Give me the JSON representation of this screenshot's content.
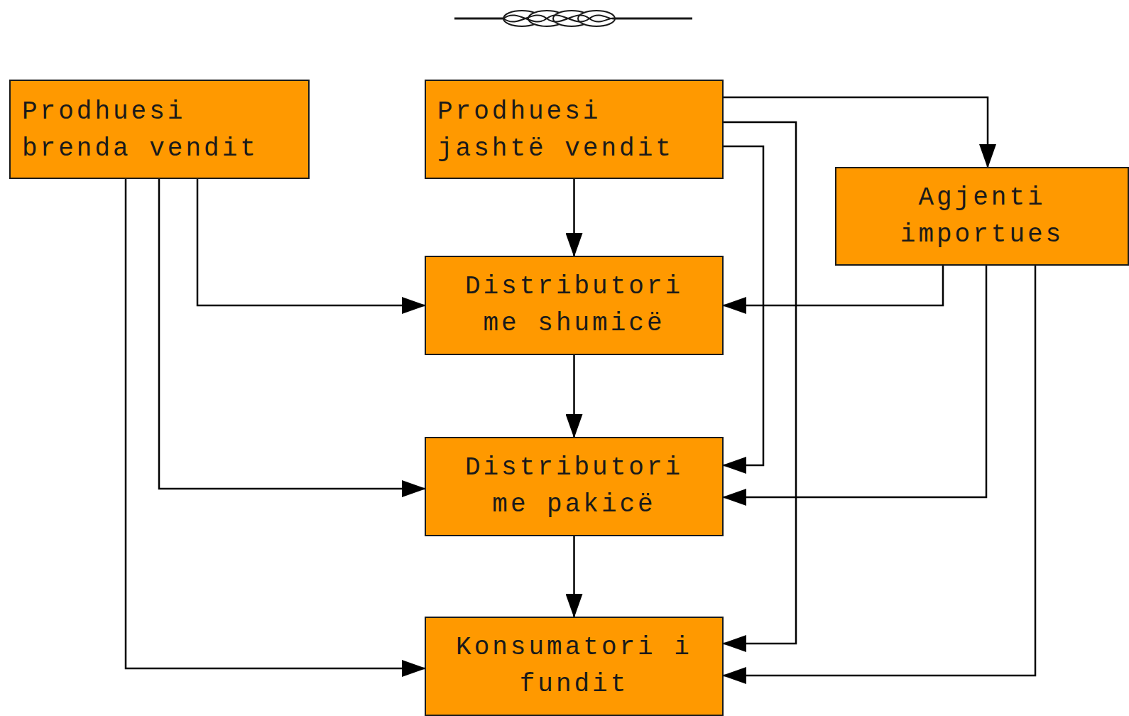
{
  "diagram": {
    "nodes": [
      {
        "text": [
          "Prodhuesi brenda vendit"
        ]
      },
      {
        "text": [
          "Prodhuesi jashtë vendit"
        ]
      },
      {
        "text": [
          "Agjenti importues"
        ]
      },
      {
        "text": [
          "Distributori me shumicë"
        ]
      },
      {
        "text": [
          "Distributori me pakicë"
        ]
      },
      {
        "text": [
          "Konsumatori i fundit"
        ]
      }
    ],
    "edges": [
      {
        "from": 0,
        "to": 3,
        "arrow": "to"
      },
      {
        "from": 0,
        "to": 4,
        "arrow": "to"
      },
      {
        "from": 0,
        "to": 5,
        "arrow": "to"
      },
      {
        "from": 1,
        "to": 3,
        "arrow": "to"
      },
      {
        "from": 1,
        "to": 4,
        "arrow": "to"
      },
      {
        "from": 1,
        "to": 5,
        "arrow": "to"
      },
      {
        "from": 1,
        "to": 2,
        "arrow": "to"
      },
      {
        "from": 2,
        "to": 3,
        "arrow": "to"
      },
      {
        "from": 2,
        "to": 4,
        "arrow": "to"
      },
      {
        "from": 2,
        "to": 5,
        "arrow": "to"
      },
      {
        "from": 3,
        "to": 4,
        "arrow": "to"
      },
      {
        "from": 4,
        "to": 5,
        "arrow": "to"
      }
    ]
  }
}
